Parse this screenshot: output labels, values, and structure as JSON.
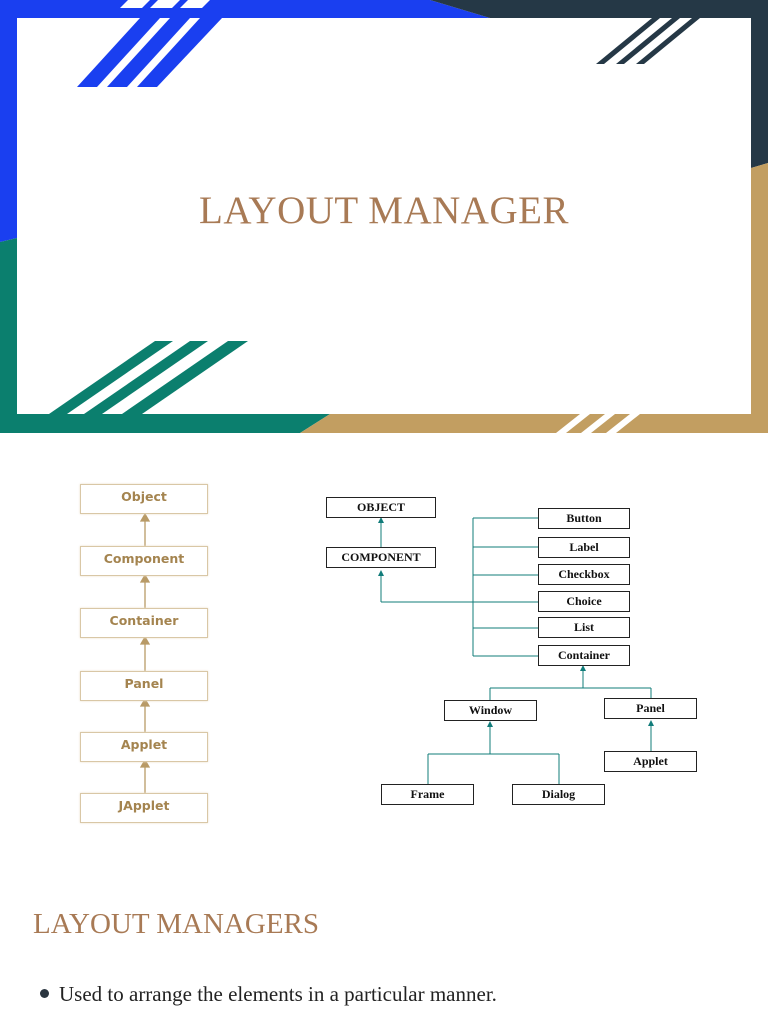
{
  "slide1": {
    "title": "LAYOUT MANAGER",
    "colors": {
      "blue": "#1a3ff0",
      "navy": "#253846",
      "teal": "#0b7f6e",
      "tan": "#c29e61",
      "title": "#a87a55"
    }
  },
  "slide2": {
    "chain": [
      "Object",
      "Component",
      "Container",
      "Panel",
      "Applet",
      "JApplet"
    ],
    "tree": {
      "object": "OBJECT",
      "component": "COMPONENT",
      "children": [
        "Button",
        "Label",
        "Checkbox",
        "Choice",
        "List",
        "Container"
      ],
      "window": "Window",
      "panel": "Panel",
      "applet": "Applet",
      "frame": "Frame",
      "dialog": "Dialog"
    }
  },
  "slide3": {
    "heading": "LAYOUT MANAGERS",
    "bullets": [
      "Used to arrange the elements in a particular manner."
    ]
  }
}
